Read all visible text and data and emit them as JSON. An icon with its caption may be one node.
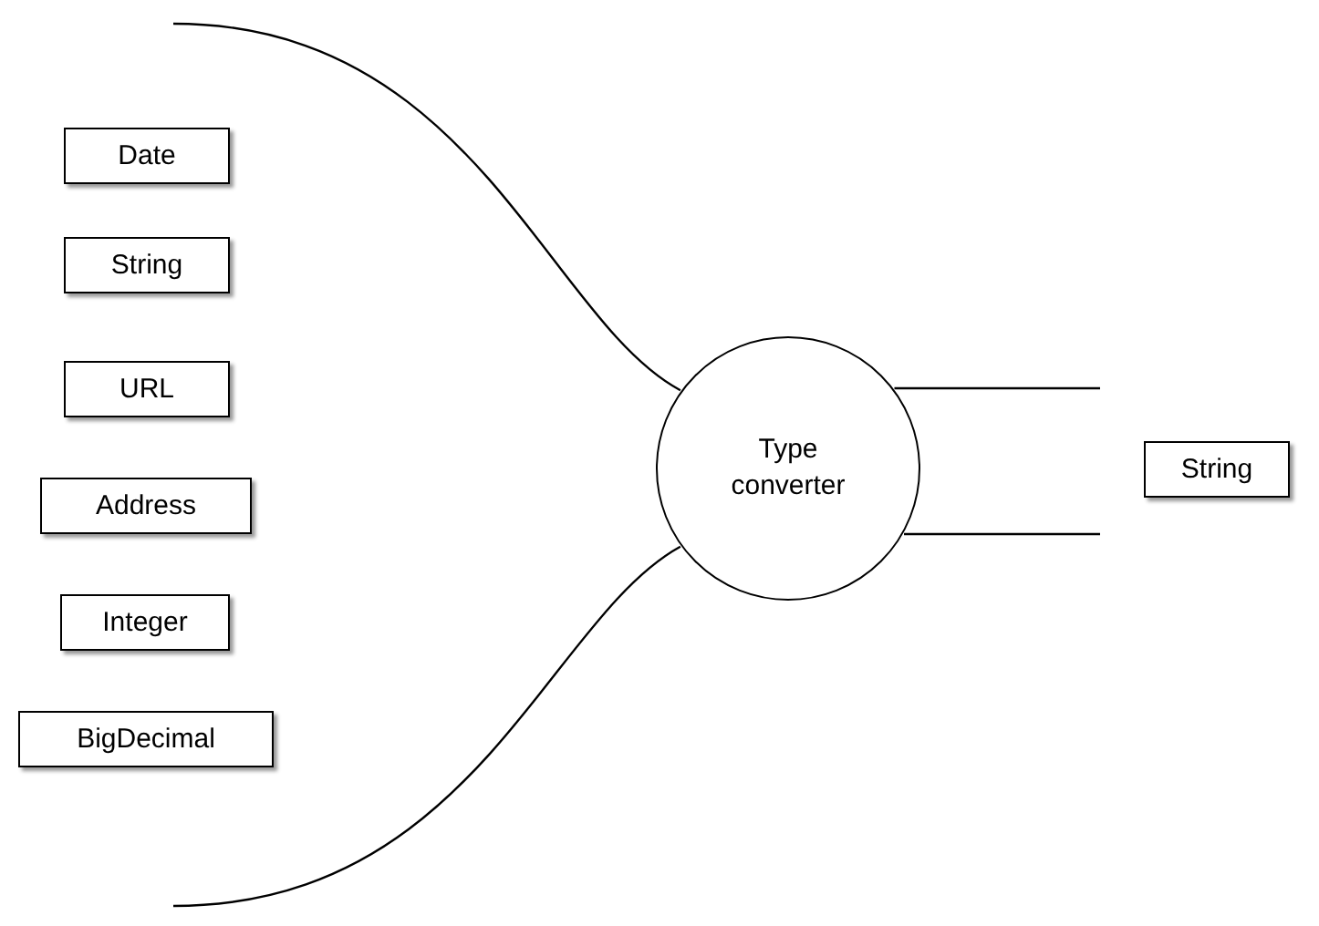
{
  "diagram": {
    "nodes": [
      {
        "text": [
          "Date"
        ]
      },
      {
        "text": [
          "String"
        ]
      },
      {
        "text": [
          "URL"
        ]
      },
      {
        "text": [
          "Address"
        ]
      },
      {
        "text": [
          "Integer"
        ]
      },
      {
        "text": [
          "BigDecimal"
        ]
      },
      {
        "text": [
          "Type converter"
        ]
      },
      {
        "text": [
          "String"
        ]
      }
    ],
    "edges": [
      {
        "from": null,
        "to": 6,
        "arrow": "none"
      },
      {
        "from": null,
        "to": 6,
        "arrow": "none"
      },
      {
        "from": 6,
        "to": null,
        "arrow": "none"
      },
      {
        "from": 6,
        "to": null,
        "arrow": "none"
      }
    ]
  }
}
